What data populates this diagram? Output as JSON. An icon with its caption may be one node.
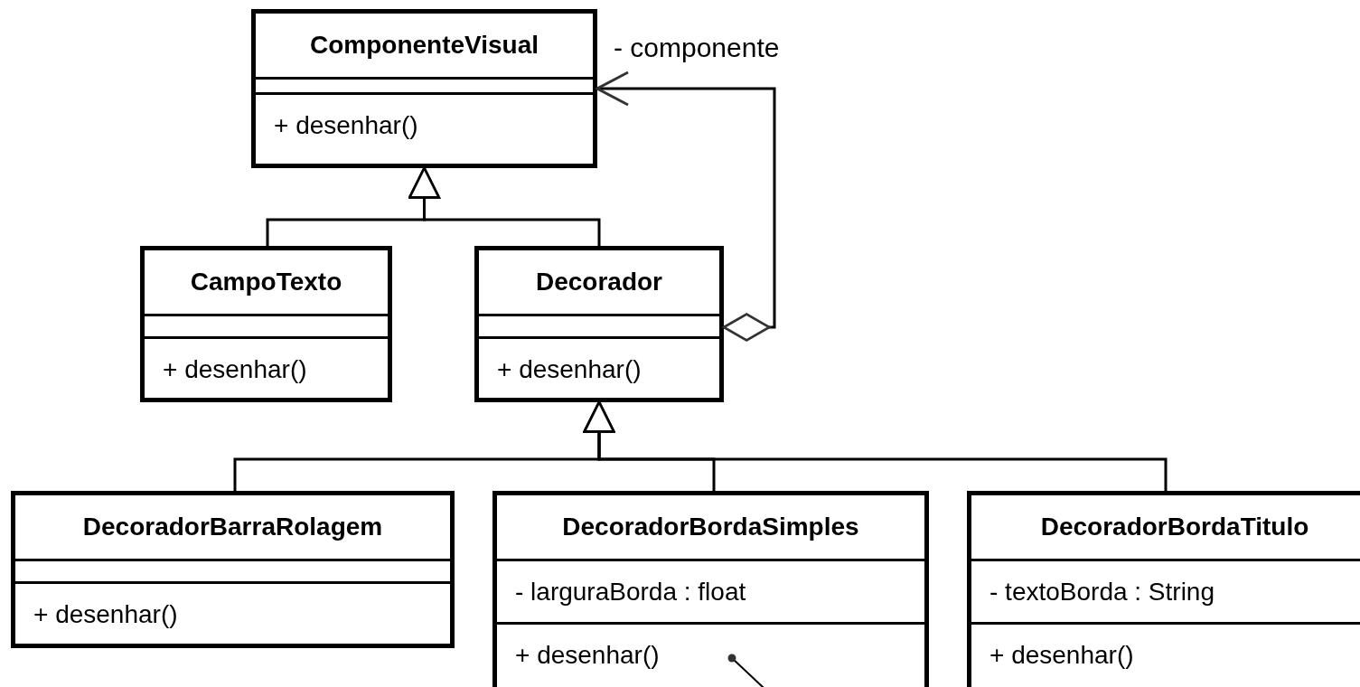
{
  "diagram": {
    "nodes": [
      {
        "text": [
          "ComponenteVisual",
          "+ desenhar()"
        ]
      },
      {
        "text": [
          "CampoTexto",
          "+ desenhar()"
        ]
      },
      {
        "text": [
          "Decorador",
          "+ desenhar()"
        ]
      },
      {
        "text": [
          "DecoradorBarraRolagem",
          "+ desenhar()"
        ]
      },
      {
        "text": [
          "DecoradorBordaSimples",
          "- larguraBorda : float",
          "+ desenhar()"
        ]
      },
      {
        "text": [
          "DecoradorBordaTitulo",
          "- textoBorda : String",
          "+ desenhar()"
        ]
      }
    ],
    "edges": [
      {
        "from": 1,
        "to": 0,
        "arrow": "to"
      },
      {
        "from": 2,
        "to": 0,
        "arrow": "to"
      },
      {
        "from": 2,
        "to": 0,
        "arrow": "to",
        "label": "- componente"
      },
      {
        "from": 3,
        "to": 2,
        "arrow": "to"
      },
      {
        "from": 4,
        "to": 2,
        "arrow": "to"
      },
      {
        "from": 5,
        "to": 2,
        "arrow": "to"
      },
      {
        "from": 4,
        "to": null,
        "arrow": "other"
      }
    ]
  }
}
